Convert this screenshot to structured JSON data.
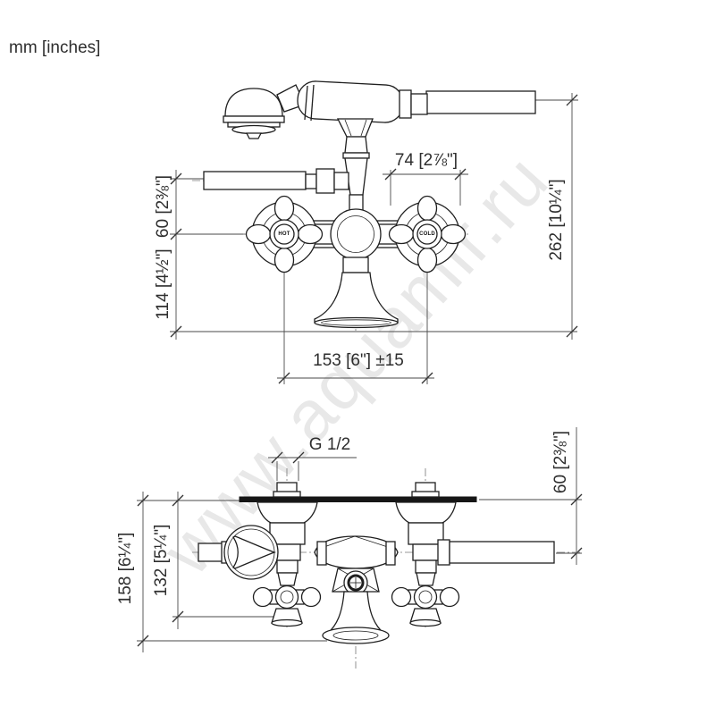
{
  "units_label": "mm [inches]",
  "watermark": "www.aquamir.ru",
  "colors": {
    "line": "#1f1f1f",
    "dimension": "#4a4a4a",
    "watermark": "#e8e8e8"
  },
  "front_view": {
    "dim_spout_to_handle": "74 [2⅞\"]",
    "dim_hose_offset": "60 [2⅜\"]",
    "dim_height_below_center": "114 [4½\"]",
    "dim_overall_height": "262 [10¼\"]",
    "dim_connection_centers": "153 [6\"] ±15",
    "handle_left": "HOT",
    "handle_right": "COLD"
  },
  "top_view": {
    "thread_label": "G 1/2",
    "dim_wall_offset": "60 [2⅜\"]",
    "dim_overall_depth": "158 [6¼\"]",
    "dim_handle_depth": "132 [5¼\"]"
  }
}
